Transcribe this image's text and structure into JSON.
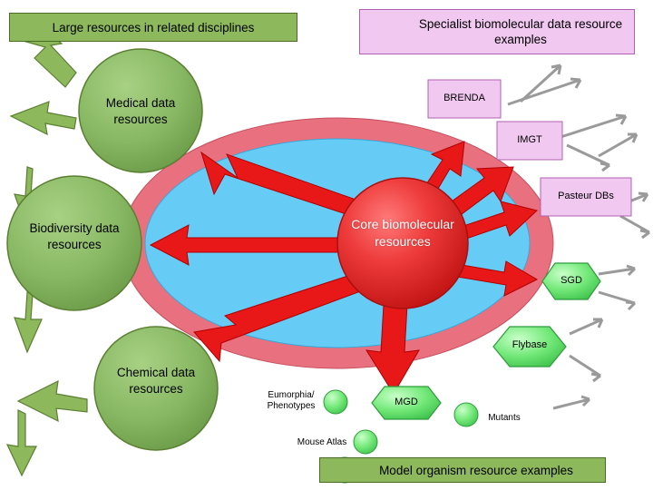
{
  "legends": {
    "top_left": "Large resources in related disciplines",
    "top_right": "Specialist biomolecular data resource examples",
    "bottom": "Model organism resource examples"
  },
  "core": {
    "label": "Core biomolecular resources"
  },
  "green_nodes": [
    {
      "id": "medical",
      "label": "Medical data resources"
    },
    {
      "id": "biodiversity",
      "label": "Biodiversity data resources"
    },
    {
      "id": "chemical",
      "label": "Chemical data resources"
    }
  ],
  "pink_nodes": [
    {
      "id": "brenda",
      "label": "BRENDA"
    },
    {
      "id": "imgt",
      "label": "IMGT"
    },
    {
      "id": "pasteur",
      "label": "Pasteur DBs"
    }
  ],
  "model_nodes": [
    {
      "id": "sgd",
      "label": "SGD"
    },
    {
      "id": "flybase",
      "label": "Flybase"
    },
    {
      "id": "mgd",
      "label": "MGD"
    },
    {
      "id": "mutants",
      "label": "Mutants"
    },
    {
      "id": "eumorphia",
      "label": "Eumorphia/ Phenotypes"
    },
    {
      "id": "mouse-atlas",
      "label": "Mouse Atlas"
    }
  ],
  "colors": {
    "green_fill": "#8db85b",
    "green_node": "#84b463",
    "pink_band": "#e8707f",
    "blue_core_field": "#66ccf5",
    "core_red": "#e03030",
    "arrow_red": "#e81818",
    "arrow_green": "#8db85b",
    "arrow_grey": "#9a9a9a",
    "pink_box": "#f0c8f0",
    "model_green": "#66e070"
  }
}
